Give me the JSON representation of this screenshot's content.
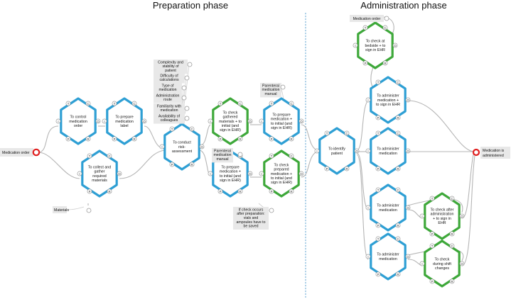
{
  "phases": {
    "preparation": "Preparation phase",
    "administration": "Administration phase"
  },
  "aspects": [
    "T",
    "C",
    "O",
    "R",
    "P",
    "I"
  ],
  "colors": {
    "blue": "#2e9fd4",
    "green": "#3ea83a",
    "red": "#e02020",
    "divider": "#3a8fc8"
  },
  "hexagons": {
    "control_order": {
      "label": [
        "To control",
        "medication",
        "order"
      ],
      "color": "blue"
    },
    "prepare_label": {
      "label": [
        "To prepare",
        "medication",
        "label"
      ],
      "color": "blue"
    },
    "collect_materials": {
      "label": [
        "To collect and",
        "gather",
        "required",
        "materials"
      ],
      "color": "blue"
    },
    "risk_assessment": {
      "label": [
        "To conduct",
        "risk-",
        "assessment"
      ],
      "color": "blue"
    },
    "check_gathered": {
      "label": [
        "To check",
        "gathered",
        "materials + to",
        "initial (and",
        "sign in EHR)"
      ],
      "color": "green"
    },
    "prepare_medication_top": {
      "label": [
        "To prepare",
        "medication +",
        "to initial (and",
        "sign in EHR)"
      ],
      "color": "blue"
    },
    "prepare_medication_bottom": {
      "label": [
        "To prepare",
        "medication +",
        "to initial (and",
        "sign in EHR)"
      ],
      "color": "blue"
    },
    "check_prepared": {
      "label": [
        "To check",
        "prepared",
        "medication +",
        "to initial (and",
        "sign in EHR)"
      ],
      "color": "green"
    },
    "identify_patient": {
      "label": [
        "To identify",
        "patient"
      ],
      "color": "blue"
    },
    "check_bedside": {
      "label": [
        "To check at",
        "bedside + to",
        "sign in EHR"
      ],
      "color": "green"
    },
    "administer_sign": {
      "label": [
        "To administer",
        "medication +",
        "to sign in EHR"
      ],
      "color": "blue"
    },
    "administer_1": {
      "label": [
        "To administer",
        "medication"
      ],
      "color": "blue"
    },
    "administer_2": {
      "label": [
        "To administer",
        "medication"
      ],
      "color": "blue"
    },
    "check_after_admin": {
      "label": [
        "To check after",
        "administration",
        "+ to sign in",
        "EHR"
      ],
      "color": "green"
    },
    "administer_3": {
      "label": [
        "To administer",
        "medication"
      ],
      "color": "blue"
    },
    "check_shift": {
      "label": [
        "To check",
        "during shift",
        "changes"
      ],
      "color": "green"
    }
  },
  "labels": {
    "medication_order_start": "Medication order",
    "materials": "Materials",
    "complexity": [
      "Complexity and",
      "stability of",
      "patient"
    ],
    "difficulty": [
      "Difficulty of",
      "calculations"
    ],
    "type": [
      "Type of",
      "medication"
    ],
    "route": [
      "Administration",
      "route"
    ],
    "familiarity": [
      "Familiarity with",
      "medication"
    ],
    "availability": [
      "Availability of",
      "colleagues"
    ],
    "parenteral_manual_top": [
      "Parenteral",
      "medication",
      "manual"
    ],
    "parenteral_manual_bottom": [
      "Parenteral",
      "medication",
      "manual"
    ],
    "check_note": [
      "If check occurs",
      "after preparation:",
      "vials and",
      "ampoules have to",
      "be saved"
    ],
    "medication_order_admin": "Medication order",
    "administered": [
      "Medication is",
      "administered"
    ]
  }
}
